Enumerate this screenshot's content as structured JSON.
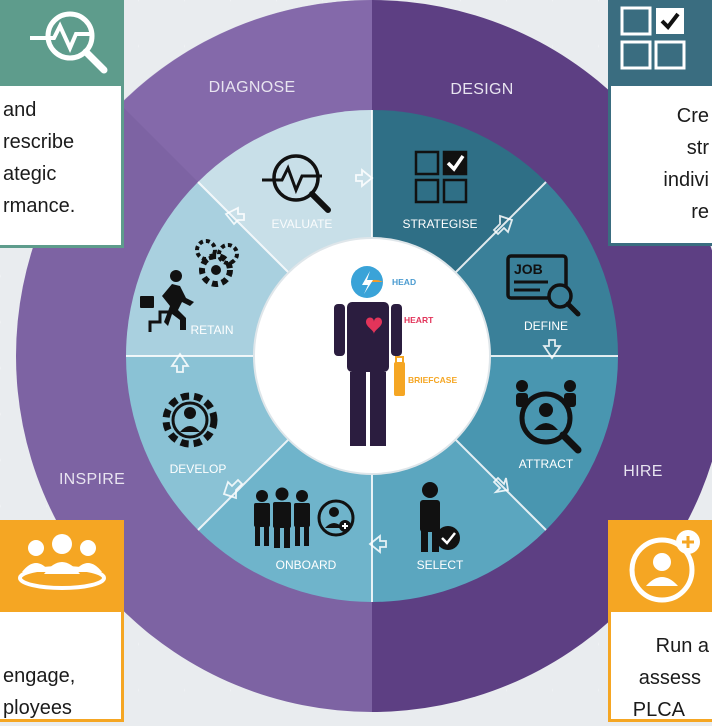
{
  "ring": {
    "diagnose": "DIAGNOSE",
    "design": "DESIGN",
    "inspire": "INSPIRE",
    "hire": "HIRE"
  },
  "segments": {
    "evaluate": "EVALUATE",
    "strategise": "STRATEGISE",
    "define": "DEFINE",
    "attract": "ATTRACT",
    "select": "SELECT",
    "onboard": "ONBOARD",
    "develop": "DEVELOP",
    "retain": "RETAIN"
  },
  "center": {
    "head": "HEAD",
    "heart": "HEART",
    "briefcase": "BRIEFCASE"
  },
  "cards": {
    "diagnose": {
      "lines": [
        "and",
        "rescribe",
        "ategic",
        "rmance."
      ]
    },
    "design": {
      "lines": [
        "Cre",
        "str",
        "indivi",
        "re"
      ]
    },
    "inspire": {
      "lines": [
        "engage,",
        "ployees"
      ]
    },
    "hire": {
      "lines": [
        "Run a",
        "assess",
        "PLCA"
      ]
    }
  },
  "colors": {
    "ring_left": "#7d63a3",
    "ring_right": "#5d3f83",
    "teal_dark": "#2f6f86",
    "teal_mid": "#3f8ea9",
    "light_blue": "#a9d0df",
    "card_green": "#5e9c8c",
    "card_teal": "#3a6d80",
    "card_orange": "#f5a623",
    "heart": "#e2345a",
    "briefcase": "#f5a623",
    "figure": "#2b1d3f"
  }
}
